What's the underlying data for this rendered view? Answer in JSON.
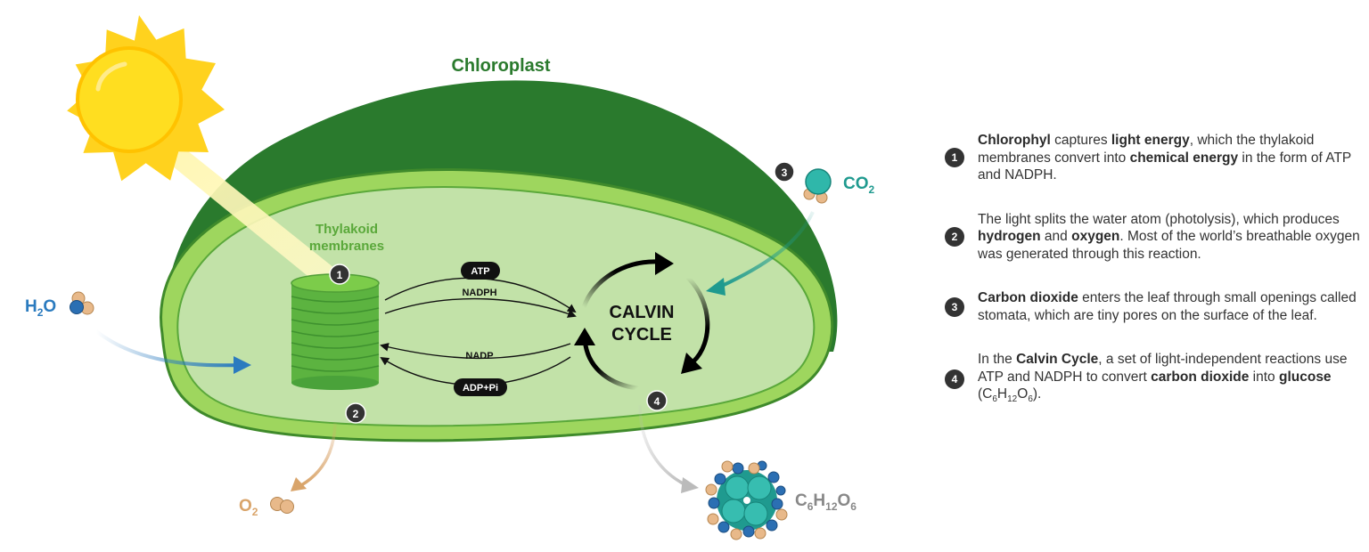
{
  "diagram": {
    "chloroplast_label": "Chloroplast",
    "thylakoid_label_line1": "Thylakoid",
    "thylakoid_label_line2": "membranes",
    "calvin_line1": "CALVIN",
    "calvin_line2": "CYCLE",
    "atp": "ATP",
    "nadph": "NADPH",
    "nadp": "NADP",
    "adp_pi": "ADP+Pi",
    "h2o": {
      "main": "H",
      "sub": "2",
      "tail": "O"
    },
    "o2": {
      "main": "O",
      "sub": "2"
    },
    "co2": {
      "main": "CO",
      "sub": "2"
    },
    "glucose": {
      "c": "C",
      "c_sub": "6",
      "h": "H",
      "h_sub": "12",
      "o": "O",
      "o_sub": "6"
    },
    "badges": [
      "1",
      "2",
      "3",
      "4"
    ]
  },
  "colors": {
    "chloroplast_dark": "#2a7a2d",
    "membrane_light": "#9ed65e",
    "stroma": "#c2e2a8",
    "thylakoid": "#5cb340",
    "sun": "#ffd21e",
    "water_arrow": "#2b7bbf",
    "oxygen_arrow": "#d9a46a",
    "co2_arrow": "#1f9a8f",
    "glucose_arrow": "#bbbbbb",
    "badge": "#333333"
  },
  "steps": [
    {
      "number": "1",
      "parts": [
        {
          "b": "Chlorophyl"
        },
        {
          "t": " captures "
        },
        {
          "b": "light energy"
        },
        {
          "t": ", which the thylakoid membranes convert into "
        },
        {
          "b": "chemical energy"
        },
        {
          "t": " in the form of ATP and NADPH."
        }
      ]
    },
    {
      "number": "2",
      "parts": [
        {
          "t": "The light splits the water atom (photolysis), which produces "
        },
        {
          "b": "hydrogen"
        },
        {
          "t": " and "
        },
        {
          "b": "oxygen"
        },
        {
          "t": ". Most of the world’s breathable oxygen was generated through this reaction."
        }
      ]
    },
    {
      "number": "3",
      "parts": [
        {
          "b": "Carbon dioxide"
        },
        {
          "t": " enters the leaf through small openings called stomata, which are tiny pores on the surface of the leaf."
        }
      ]
    },
    {
      "number": "4",
      "parts": [
        {
          "t": "In the "
        },
        {
          "b": "Calvin Cycle"
        },
        {
          "t": ", a set of light-independent reactions use ATP and NADPH to convert "
        },
        {
          "b": "carbon dioxide"
        },
        {
          "t": " into "
        },
        {
          "b": "glucose"
        },
        {
          "t": " (C"
        },
        {
          "sub": "6"
        },
        {
          "t": "H"
        },
        {
          "sub": "12"
        },
        {
          "t": "O"
        },
        {
          "sub": "6"
        },
        {
          "t": ")."
        }
      ]
    }
  ]
}
